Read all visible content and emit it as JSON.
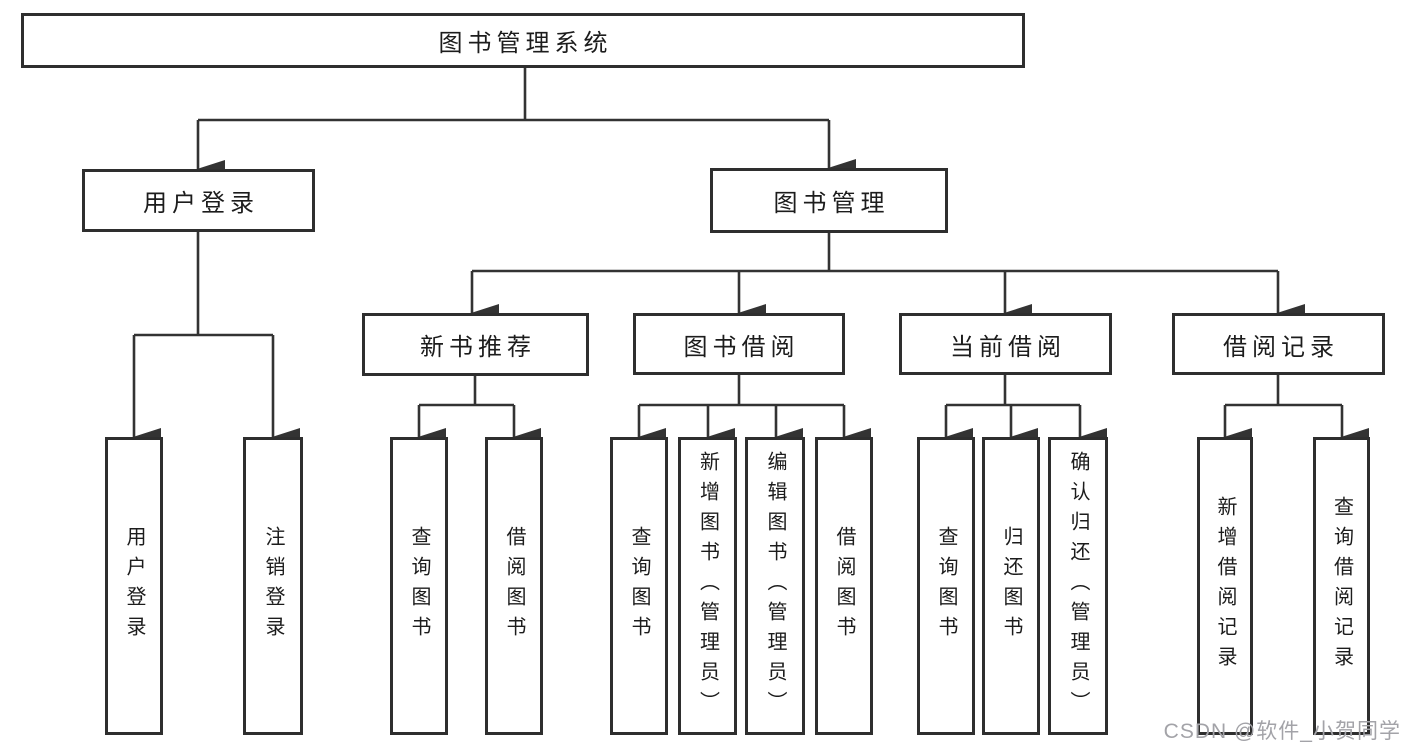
{
  "tree": {
    "root": {
      "label": "图书管理系统"
    },
    "branches": [
      {
        "label": "用户登录",
        "children": [
          {
            "label": "用户登录"
          },
          {
            "label": "注销登录"
          }
        ]
      },
      {
        "label": "图书管理",
        "children": [
          {
            "label": "新书推荐",
            "children": [
              {
                "label": "查询图书"
              },
              {
                "label": "借阅图书"
              }
            ]
          },
          {
            "label": "图书借阅",
            "children": [
              {
                "label": "查询图书"
              },
              {
                "label": "新增图书（管理员）"
              },
              {
                "label": "编辑图书（管理员）"
              },
              {
                "label": "借阅图书"
              }
            ]
          },
          {
            "label": "当前借阅",
            "children": [
              {
                "label": "查询图书"
              },
              {
                "label": "归还图书"
              },
              {
                "label": "确认归还（管理员）"
              }
            ]
          },
          {
            "label": "借阅记录",
            "children": [
              {
                "label": "新增借阅记录"
              },
              {
                "label": "查询借阅记录"
              }
            ]
          }
        ]
      }
    ]
  },
  "watermark": "CSDN @软件_小贺同学",
  "colors": {
    "line": "#333333",
    "box_border": "#2e2e2e",
    "text": "#1c1c1c",
    "watermark": "#a3a3a8",
    "background": "#ffffff"
  }
}
